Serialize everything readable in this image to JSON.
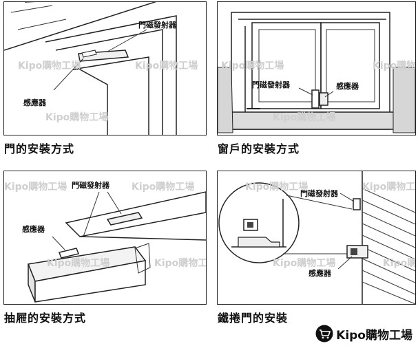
{
  "watermark": "Kipo購物工場",
  "panels": [
    {
      "caption": "門的安裝方式",
      "labels": {
        "transmitter": "門磁發射器",
        "sensor": "感應器"
      }
    },
    {
      "caption": "窗戶的安裝方式",
      "labels": {
        "transmitter": "門磁發射器",
        "sensor": "感應器"
      }
    },
    {
      "caption": "抽屜的安裝方式",
      "labels": {
        "transmitter": "門磁發射器",
        "sensor": "感應器"
      }
    },
    {
      "caption": "鐵捲門的安裝",
      "labels": {
        "transmitter": "門磁發射器",
        "sensor": "感應器"
      }
    }
  ],
  "brand": {
    "logo": "cart-icon",
    "name": "Kipo購物工場"
  }
}
